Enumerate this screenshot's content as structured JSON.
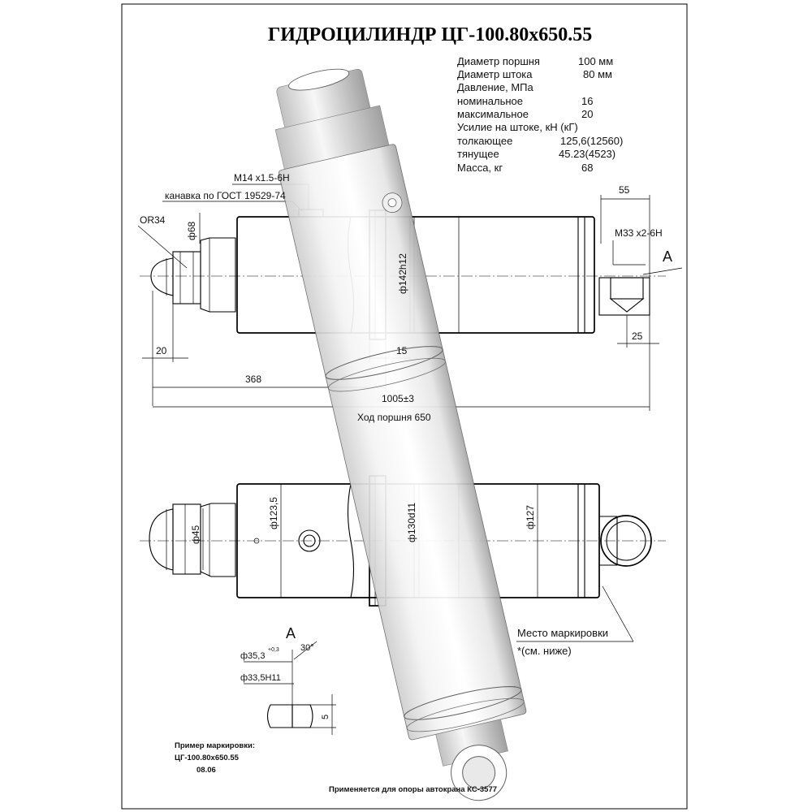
{
  "title": "ГИДРОЦИЛИНДР  ЦГ-100.80х650.55",
  "specs": [
    {
      "label": "Диаметр поршня",
      "value": "100 мм"
    },
    {
      "label": "Диаметр штока",
      "value": "80 мм"
    },
    {
      "label": "Давление, МПа",
      "value": ""
    },
    {
      "label": "номинальное",
      "value": "16"
    },
    {
      "label": "максимальное",
      "value": "20"
    },
    {
      "label": "Усилие на штоке, кН (кГ)",
      "value": ""
    },
    {
      "label": "толкающее",
      "value": "125,6(12560)"
    },
    {
      "label": "тянущее",
      "value": "45.23(4523)"
    },
    {
      "label": "Масса, кг",
      "value": "68"
    }
  ],
  "top_view": {
    "thread_port": "М14 х1.5-6Н",
    "groove_note": "канавка по ГОСТ 19529-74",
    "sphere_radius": "OR34",
    "dia_68": "ф68",
    "dia_142": "ф142h12",
    "dim_55": "55",
    "thread_end": "М33 х2-6Н",
    "section_mark": "А",
    "dim_20": "20",
    "dim_15": "15",
    "dim_25": "25",
    "dim_368": "368",
    "dim_total": "1005±3",
    "stroke": "Ход поршня 650"
  },
  "bottom_view": {
    "dia_45": "ф45",
    "dia_123": "ф123,5",
    "dia_130": "ф130d11",
    "dia_127": "ф127",
    "marking_place": "Место маркировки",
    "marking_note": "*(см. ниже)"
  },
  "detail_a": {
    "label": "А",
    "dia_353": "ф35,3",
    "tol": "+0,3",
    "angle": "30°",
    "dia_335": "ф33,5Н11",
    "dim_5": "5"
  },
  "marking_example": {
    "line1": "Пример маркировки:",
    "line2": "ЦГ-100.80х650.55",
    "line3": "08.06"
  },
  "footer": "Применяется для опоры автокрана КС-3577"
}
